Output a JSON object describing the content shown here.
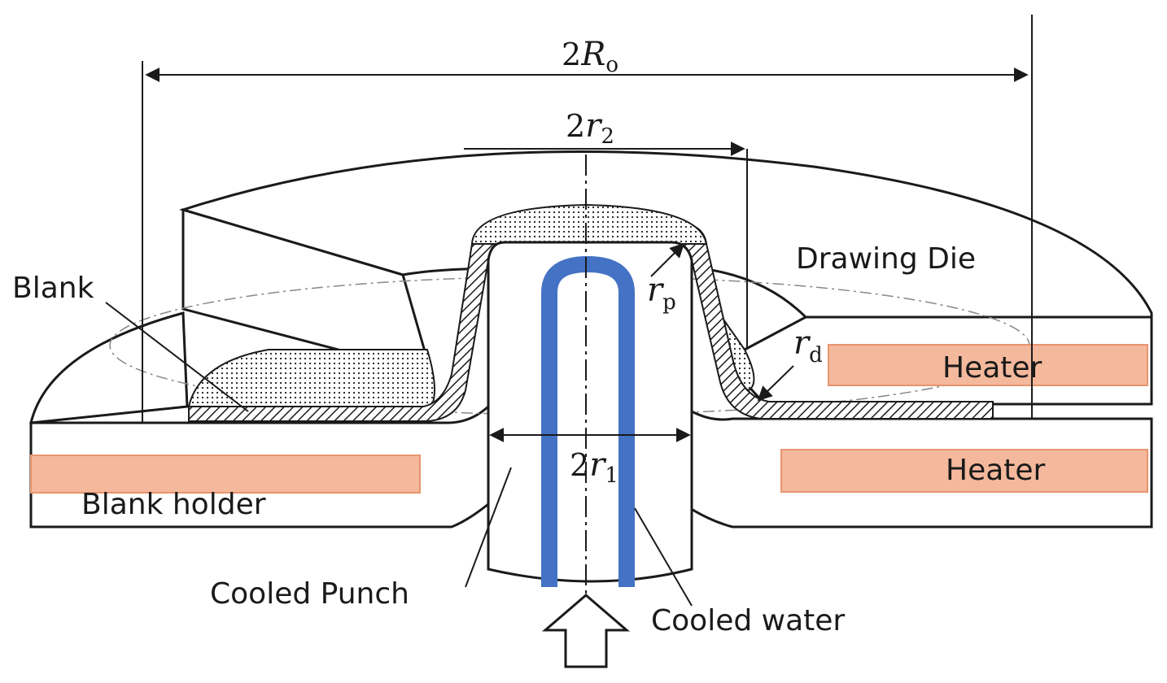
{
  "labels": {
    "drawing_die": "Drawing Die",
    "blank": "Blank",
    "heater_upper": "Heater",
    "heater_lower": "Heater",
    "blank_holder": "Blank holder",
    "cooled_punch": "Cooled Punch",
    "cooled_water": "Cooled water"
  },
  "dimensions": {
    "outer_diameter": {
      "coef": "2",
      "sym": "R",
      "sub": "o"
    },
    "die_opening": {
      "coef": "2",
      "sym": "r",
      "sub": "2"
    },
    "punch_diameter": {
      "coef": "2",
      "sym": "r",
      "sub": "1"
    },
    "punch_radius": {
      "sym": "r",
      "sub": "p"
    },
    "die_radius": {
      "sym": "r",
      "sub": "d"
    }
  },
  "colors": {
    "heater_fill": "#f4b89c",
    "heater_stroke": "#e8946e",
    "water_channel": "#4472c4",
    "line": "#1a1a1a"
  }
}
